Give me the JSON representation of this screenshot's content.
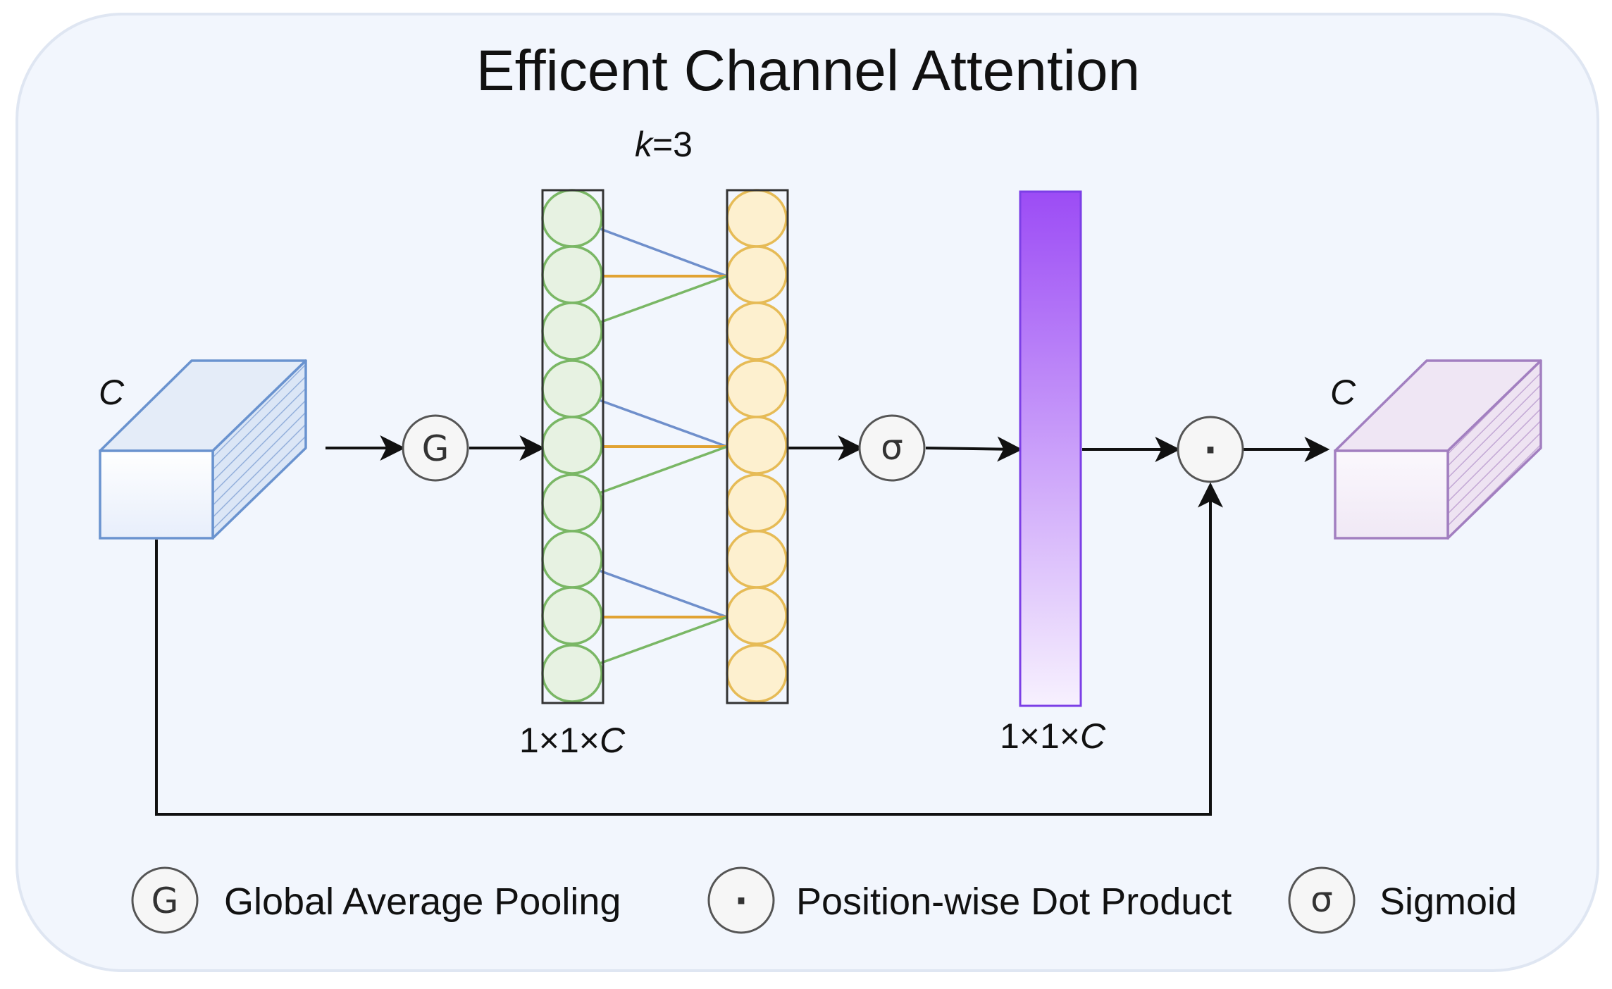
{
  "title": "Efficent Channel Attention",
  "kernel_label": {
    "var": "k",
    "rest": "=3"
  },
  "input_tensor_label": "C",
  "output_tensor_label": "C",
  "pooled_shape_label": {
    "prefix": "1×1×",
    "var": "C"
  },
  "weights_shape_label": {
    "prefix": "1×1×",
    "var": "C"
  },
  "ops": {
    "gap": "G",
    "sigmoid": "σ",
    "dot": "·"
  },
  "legend": [
    {
      "symbol": "G",
      "label": "Global Average Pooling"
    },
    {
      "symbol": "·",
      "label": "Position-wise Dot Product"
    },
    {
      "symbol": "σ",
      "label": "Sigmoid"
    }
  ],
  "colors": {
    "panel_bg": "#f2f6fd",
    "input_tensor": "#6a93cf",
    "output_tensor": "#a27fc0",
    "green_nodes": "#7ab765",
    "yellow_nodes": "#e6bb56",
    "weights_bar": "#9c4cf5",
    "link_blue": "#6f8fcb",
    "link_orange": "#e1a333",
    "link_green": "#7ab765"
  }
}
